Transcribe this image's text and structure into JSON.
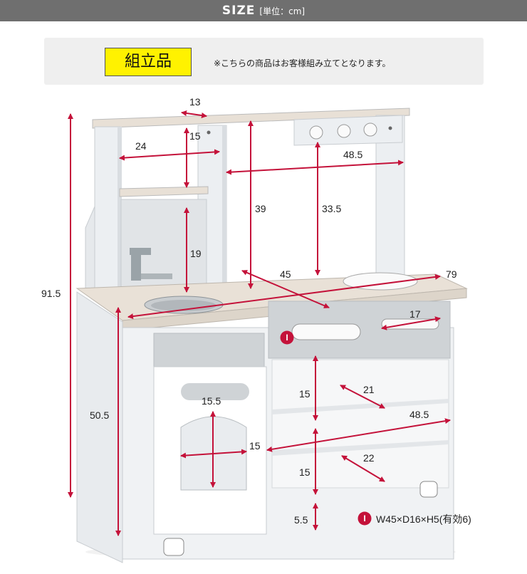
{
  "header": {
    "title": "SIZE",
    "unit_label": "[単位：cm]"
  },
  "notice": {
    "badge": "組立品",
    "text": "※こちらの商品はお客様組み立てとなります。"
  },
  "colors": {
    "dimension_line": "#c4123a",
    "header_bg": "#6f6f6f",
    "badge_bg": "#fff200",
    "notice_bg": "#efefef"
  },
  "dimensions": {
    "top_depth": "13",
    "upper_shelf_height": "15",
    "upper_shelf_width": "24",
    "upper_width": "48.5",
    "upper_height": "39",
    "hood_height": "33.5",
    "sink_back_height": "19",
    "total_height": "91.5",
    "counter_depth": "45",
    "total_width": "79",
    "drawer_width": "17",
    "counter_height": "50.5",
    "oven_window_width": "15.5",
    "oven_window_height": "15",
    "shelf1_height": "15",
    "shelf1_depth": "21",
    "shelf_width": "48.5",
    "shelf2_height": "15",
    "shelf2_depth": "22",
    "bottom_gap": "5.5"
  },
  "drawer_note": {
    "marker": "I",
    "text": "W45×D16×H5(有効6)"
  }
}
